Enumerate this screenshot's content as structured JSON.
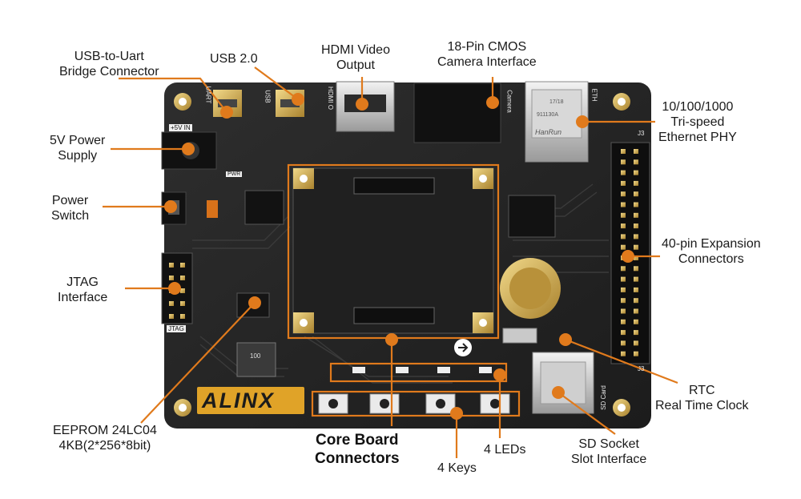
{
  "labels": {
    "usb_uart": [
      "USB-to-Uart",
      "Bridge Connector"
    ],
    "usb2": [
      "USB 2.0"
    ],
    "hdmi": [
      "HDMI Video",
      "Output"
    ],
    "cmos": [
      "18-Pin CMOS",
      "Camera Interface"
    ],
    "ethernet": [
      "10/100/1000",
      "Tri-speed",
      "Ethernet PHY"
    ],
    "power_supply": [
      "5V Power",
      "Supply"
    ],
    "power_switch": [
      "Power",
      "Switch"
    ],
    "expansion": [
      "40-pin Expansion",
      "Connectors"
    ],
    "jtag": [
      "JTAG",
      "Interface"
    ],
    "rtc": [
      "RTC",
      "Real Time Clock"
    ],
    "eeprom": [
      "EEPROM 24LC04",
      "4KB(2*256*8bit)"
    ],
    "core_board": [
      "Core Board",
      "Connectors"
    ],
    "leds": [
      "4 LEDs"
    ],
    "keys": [
      "4 Keys"
    ],
    "sd": [
      "SD Socket",
      "Slot Interface"
    ]
  },
  "board": {
    "logo": "ALINX",
    "silk_uart": "UART",
    "silk_usb": "USB",
    "silk_hdmi": "HDMI O",
    "silk_camera": "Camera",
    "silk_eth": "ETH",
    "silk_5v": "+5V IN",
    "silk_pwr": "PWR",
    "silk_jtag": "JTAG",
    "silk_sd": "SD Card",
    "silk_j3_top": "J3",
    "silk_j3_bottom": "J3",
    "eth_brand": "HanRun",
    "eth_part": "911130A",
    "eth_date": "17/18",
    "inductor": "100"
  },
  "colors": {
    "callout": "#e07a1c",
    "board": "#262626",
    "gold": "#d6b25a"
  }
}
